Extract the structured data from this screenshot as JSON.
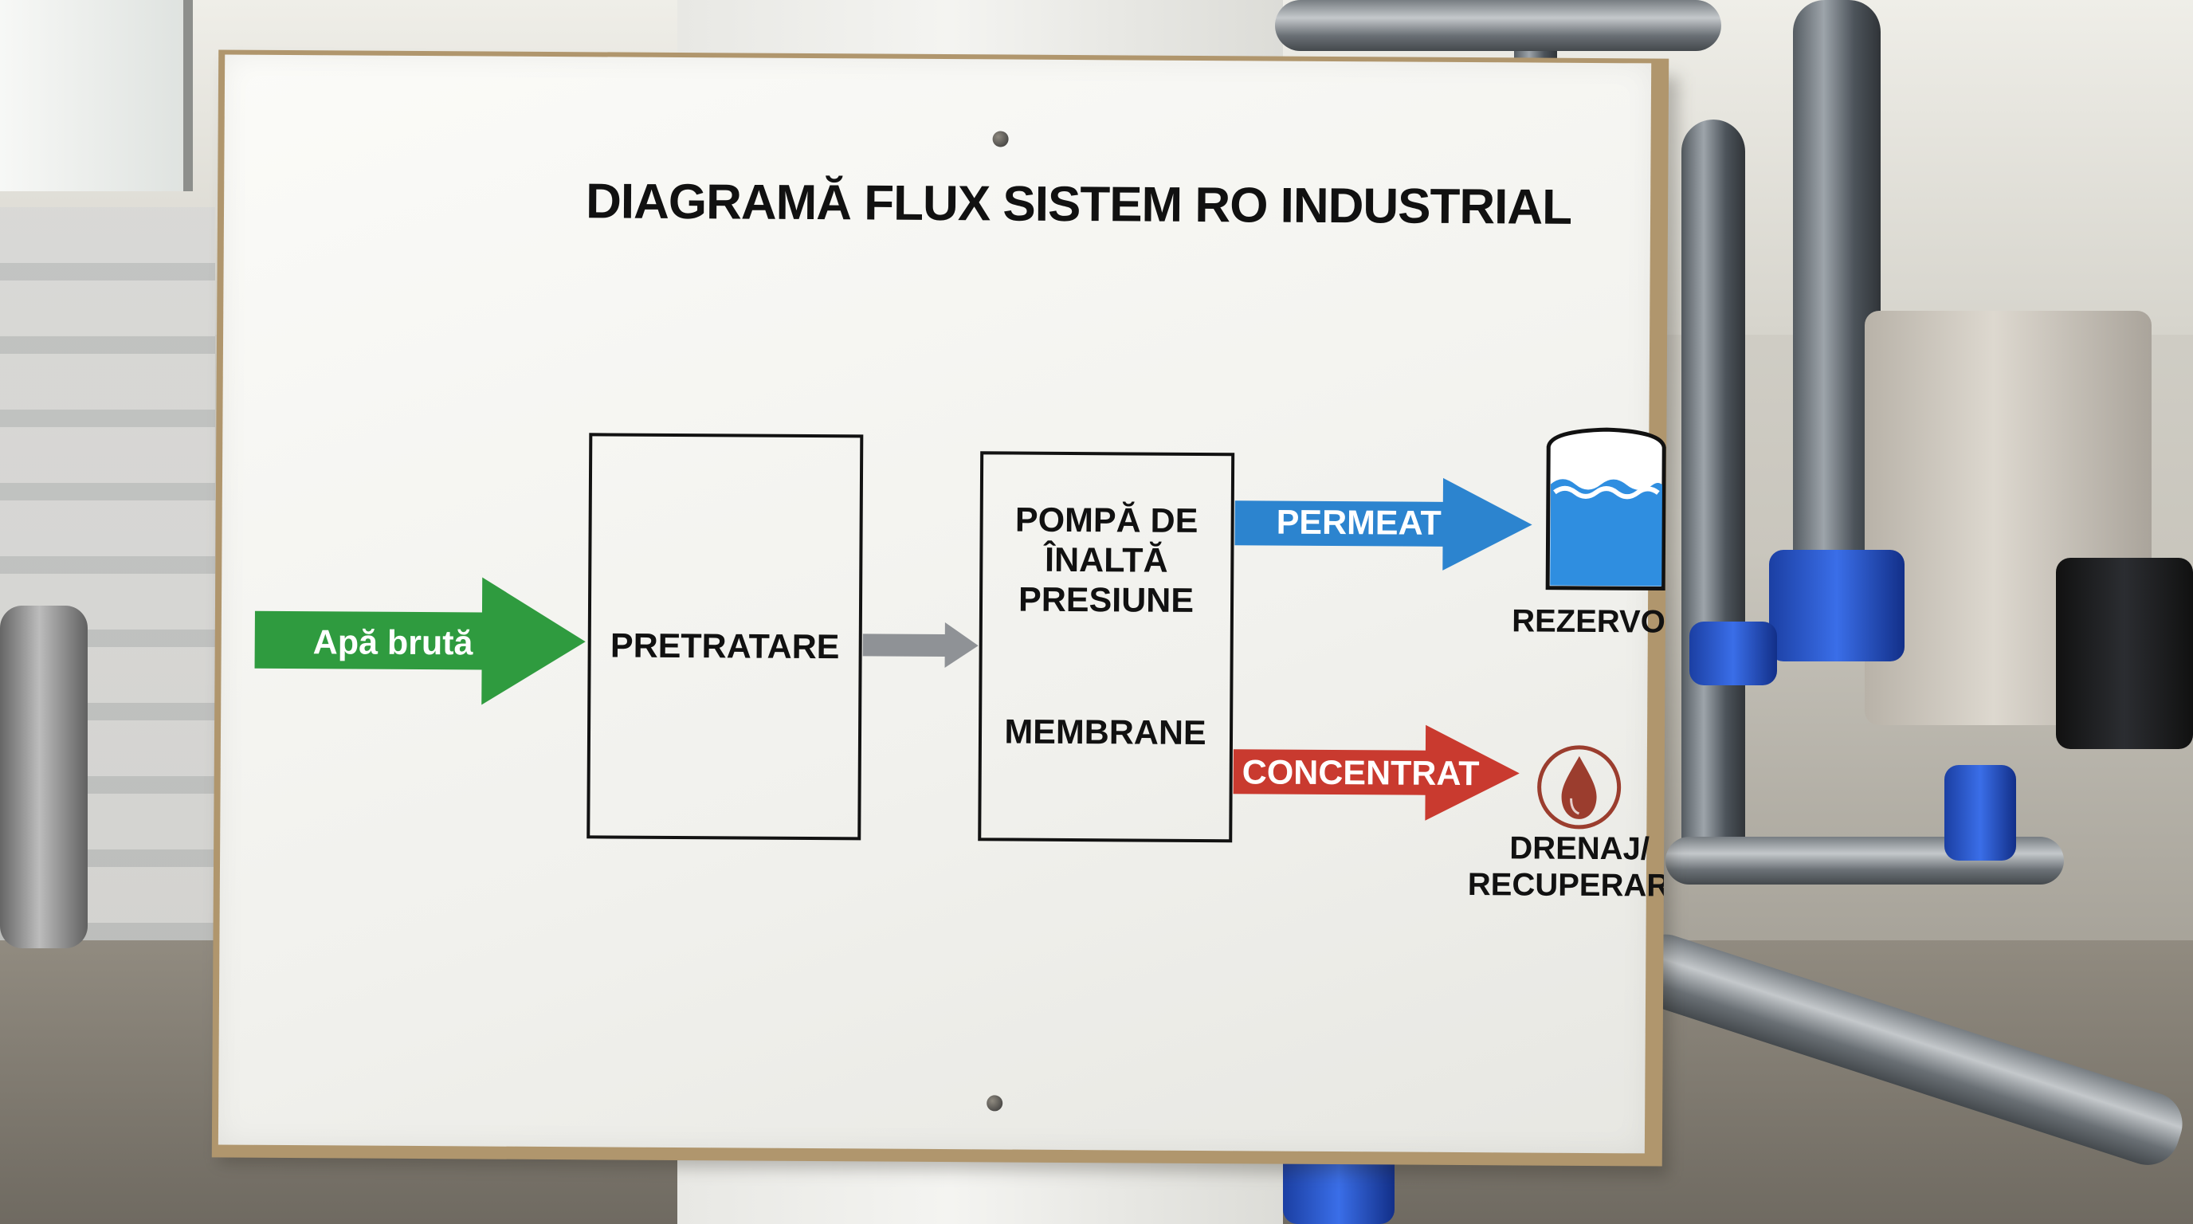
{
  "diagram": {
    "title": "DIAGRAMĂ FLUX SISTEM RO INDUSTRIAL",
    "input_label": "Apă brută",
    "pretreatment_label": "PRETRATARE",
    "pump_label_lines": [
      "POMPĂ DE",
      "ÎNALTĂ",
      "PRESIUNE"
    ],
    "membrane_label": "MEMBRANE",
    "permeate_label": "PERMEAT",
    "concentrate_label": "CONCENTRAT",
    "tank_label": "REZERVOR",
    "drain_label_lines": [
      "DRENAJ/",
      "RECUPERARE"
    ]
  },
  "colors": {
    "input_arrow": "#2f9b3f",
    "permeate_arrow": "#2c84cf",
    "concentrate_arrow": "#c93a2f",
    "gray_arrow": "#8f9296",
    "tank_water": "#2f8ee0",
    "drain_icon": "#9b3d2e"
  },
  "icons": {
    "tank": "water-tank-icon",
    "drain": "water-drop-icon"
  }
}
